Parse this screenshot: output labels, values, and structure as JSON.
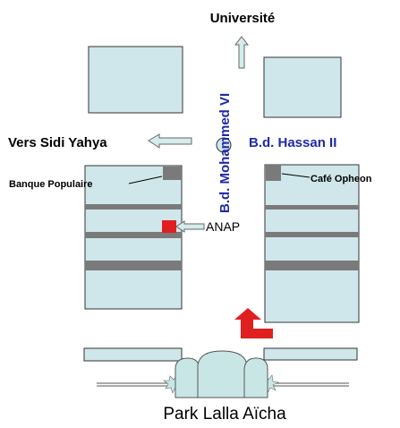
{
  "colors": {
    "block_fill": "#cfe7ea",
    "block_stroke": "#333333",
    "band_gray": "#7a7a7a",
    "marker_red": "#e02020",
    "road_label_blue": "#1f2aa6",
    "arrow_fill": "#d4ecec",
    "park_fill": "#c9e6e6"
  },
  "labels": {
    "universite": "Université",
    "vers_sidi_yahya": "Vers Sidi Yahya",
    "bd_hassan_ii": "B.d. Hassan II",
    "bd_mohammed_vi": "B.d. Mohammed VI",
    "banque_populaire": "Banque Populaire",
    "cafe_opheon": "Café Opheon",
    "anap": "ANAP",
    "park": "Park Lalla Aïcha"
  },
  "icons": {
    "north_arrow": "arrow-up-icon",
    "west_arrow": "arrow-left-icon",
    "anap_pointer": "arrow-left-icon",
    "route_arrow": "turn-up-arrow-icon",
    "park_gate": "park-gate-icon",
    "roundabout": "roundabout-icon"
  }
}
